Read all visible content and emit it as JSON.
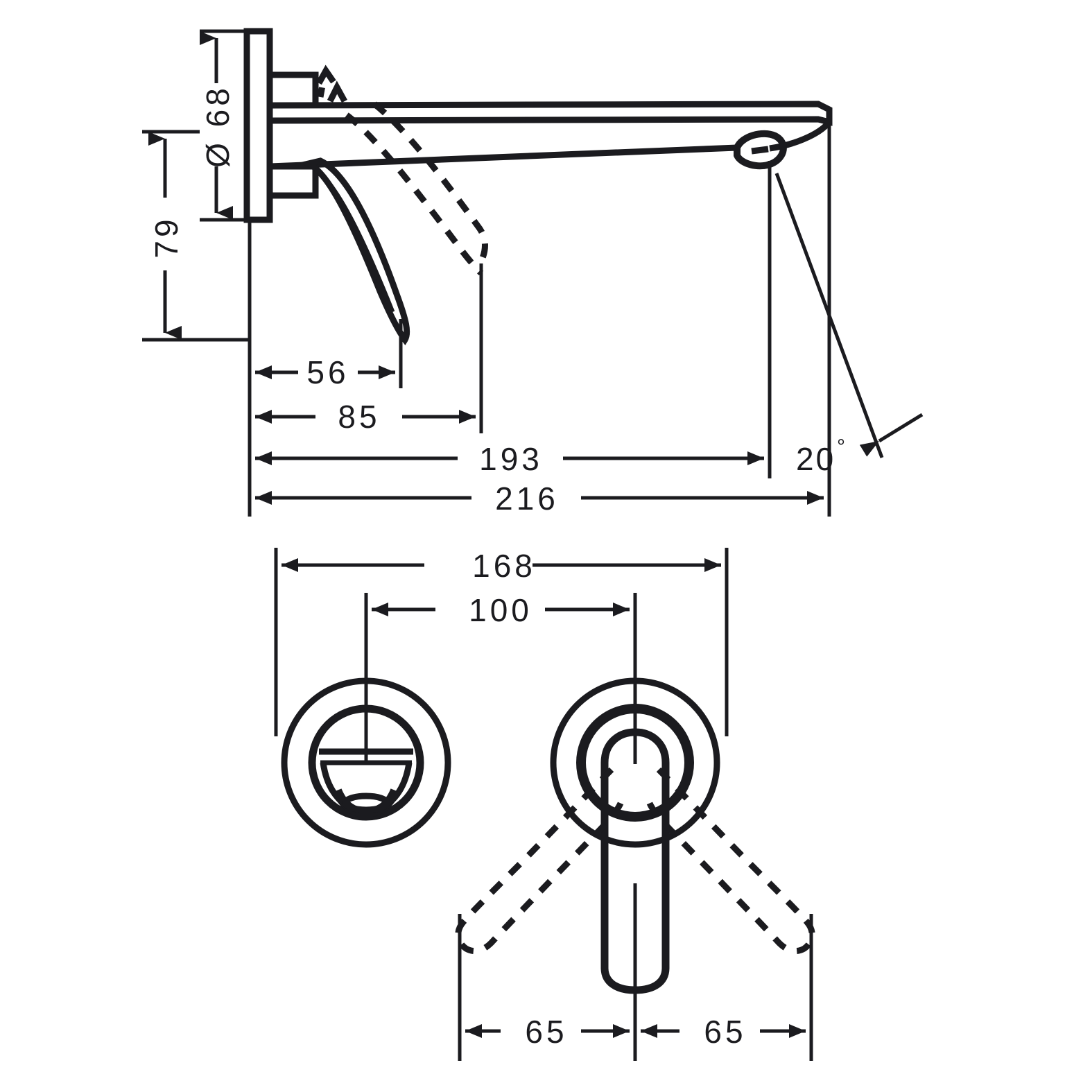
{
  "drawing": {
    "type": "technical-dimension-drawing",
    "subject": "wall-mounted single-lever basin mixer",
    "units": "mm",
    "line_color": "#1b1b1f",
    "background_color": "#ffffff",
    "views": [
      {
        "id": "side-elevation",
        "label": ""
      },
      {
        "id": "front-elevation",
        "label": ""
      }
    ]
  },
  "dimensions": {
    "diameter_escutcheon": "Ø 68",
    "height_to_spout": "79",
    "depth_lever": "56",
    "depth_lever_swing": "85",
    "depth_to_aerator": "193",
    "depth_overall": "216",
    "spread_outer": "168",
    "spread_inner": "100",
    "lever_left": "65",
    "lever_right": "65",
    "spray_angle": "20",
    "degree_symbol": "°"
  },
  "chart_data": {
    "type": "table",
    "title": "",
    "categories": [
      "Ø 68",
      "79",
      "56",
      "85",
      "193",
      "216",
      "168",
      "100",
      "65",
      "65",
      "20°"
    ],
    "values": [
      68,
      79,
      56,
      85,
      193,
      216,
      168,
      100,
      65,
      65,
      20
    ],
    "xlabel": "dimension",
    "ylabel": "mm"
  }
}
